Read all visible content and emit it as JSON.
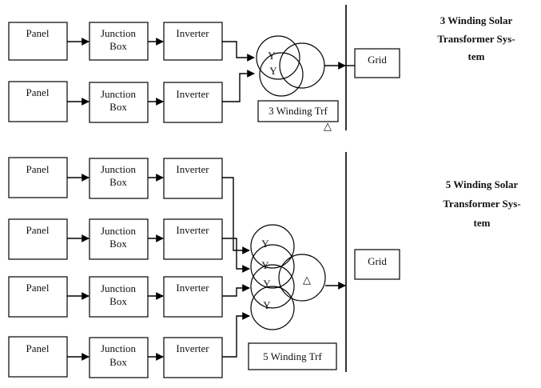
{
  "labels": {
    "panel": "Panel",
    "junction_line1": "Junction",
    "junction_line2": "Box",
    "inverter": "Inverter",
    "grid": "Grid",
    "wye": "Y",
    "delta": "△"
  },
  "system3": {
    "title_line1": "3 Winding Solar",
    "title_line2": "Transformer Sys-",
    "title_line3": "tem",
    "trf_label": "3 Winding Trf"
  },
  "system5": {
    "title_line1": "5 Winding Solar",
    "title_line2": "Transformer Sys-",
    "title_line3": "tem",
    "trf_label": "5 Winding Trf"
  }
}
